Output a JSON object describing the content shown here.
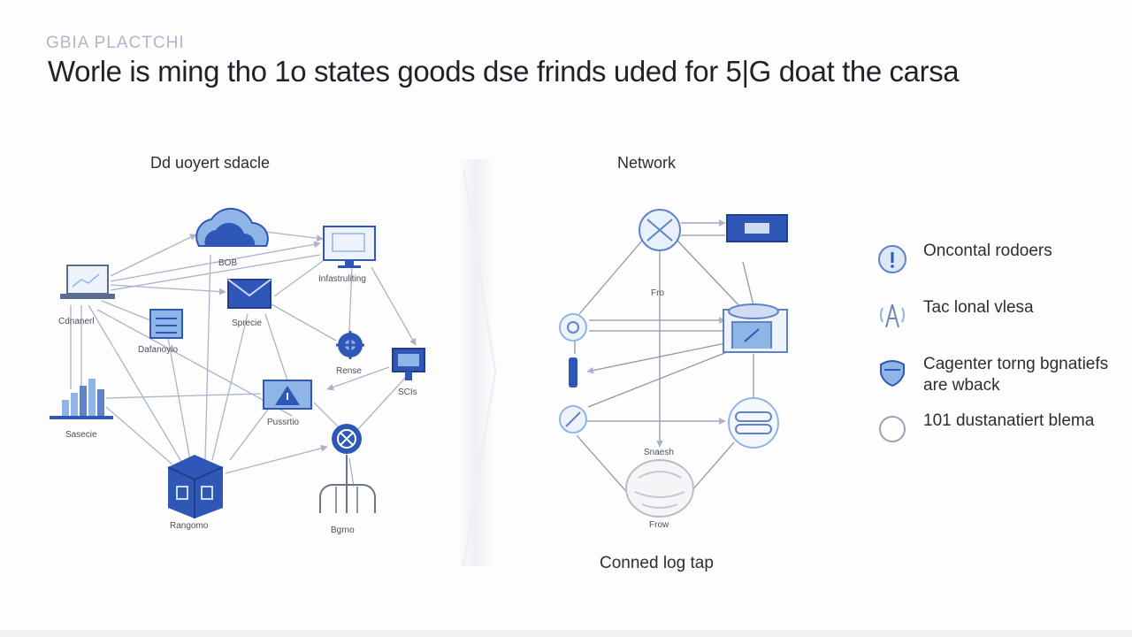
{
  "kicker": "GBIA PLACTCHI",
  "title": "Worle is ming tho 1o states goods dse frinds uded for 5|G doat the carsa",
  "left_panel": {
    "title": "Dd uoyert sdacle",
    "nodes": {
      "cloud": "BOB",
      "monitor": "Infastruliting",
      "laptop": "Cdnanerl",
      "email": "Sprecie",
      "server": "Dafanoylo",
      "chip": "Rense",
      "kiosk": "SCIs",
      "chart": "Sasecie",
      "alert": "Pussrtio",
      "hub": "",
      "cube": "Rangomo",
      "person": "Bgrno"
    }
  },
  "right_panel": {
    "title": "Network",
    "center_label": "Fro",
    "bottom_label": "Frow",
    "top_label": "Snaesh",
    "caption": "Conned log tap"
  },
  "legend": [
    {
      "icon": "info-circle-icon",
      "text": "Oncontal rodoers"
    },
    {
      "icon": "signal-tower-icon",
      "text": "Tac lonal vlesa"
    },
    {
      "icon": "shield-icon",
      "text": "Cagenter torng bgnatiefs are wback"
    },
    {
      "icon": "empty-circle-icon",
      "text": "101 dustanatiert blema"
    }
  ],
  "colors": {
    "accent": "#2f57b8",
    "accent_light": "#8fb4e6",
    "edge": "#a9b4c9"
  }
}
